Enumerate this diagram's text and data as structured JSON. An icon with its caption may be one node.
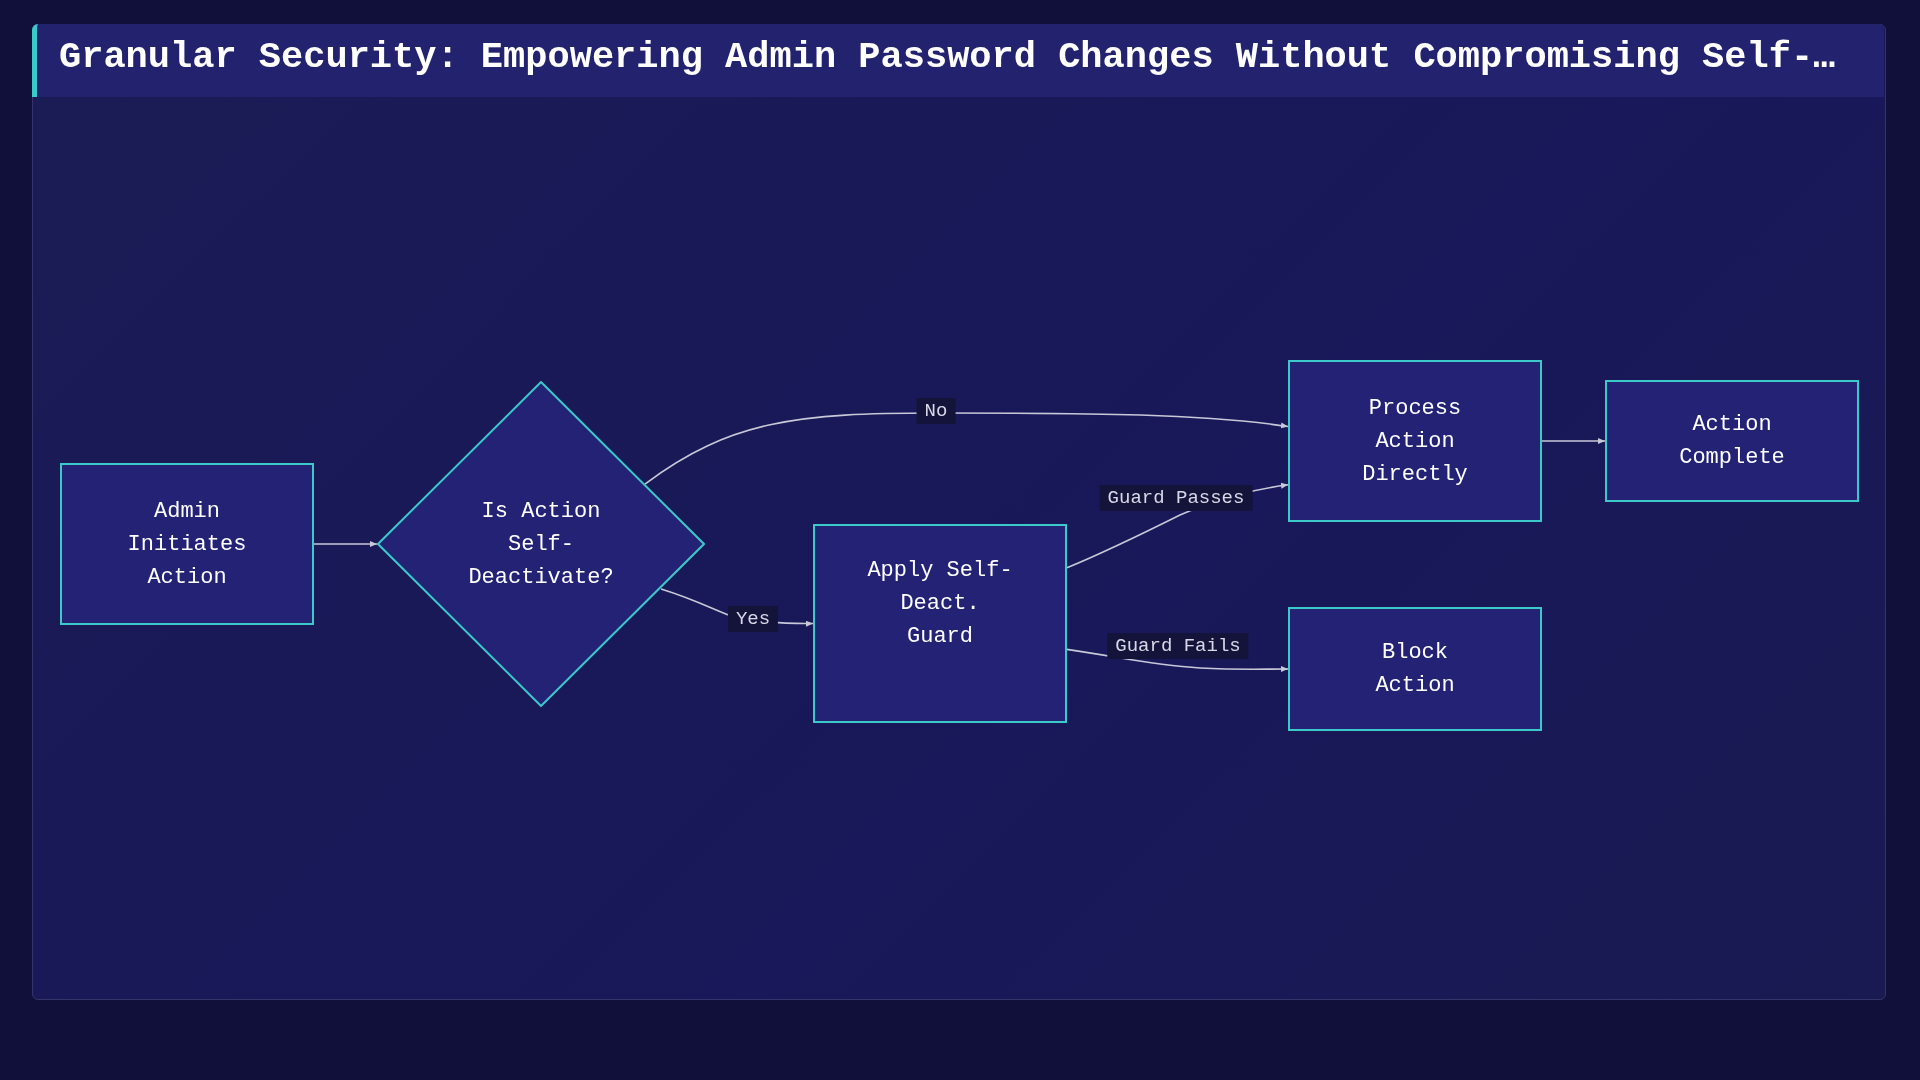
{
  "diagram": {
    "title": "Granular Security: Empowering Admin Password Changes Without Compromising Self-…",
    "nodes": [
      {
        "text": [
          "Admin Initiates Action"
        ]
      },
      {
        "text": [
          "Is Action Self-Deactivate?"
        ]
      },
      {
        "text": [
          "Apply Self-Deact. Guard"
        ]
      },
      {
        "text": [
          "Process Action Directly"
        ]
      },
      {
        "text": [
          "Action Complete"
        ]
      },
      {
        "text": [
          "Block Action"
        ]
      }
    ],
    "edges": [
      {
        "from": 0,
        "to": 1,
        "arrow": "to"
      },
      {
        "from": 1,
        "to": 3,
        "arrow": "to",
        "label": "No"
      },
      {
        "from": 1,
        "to": 2,
        "arrow": "to",
        "label": "Yes"
      },
      {
        "from": 2,
        "to": 3,
        "arrow": "to",
        "label": "Guard Passes"
      },
      {
        "from": 2,
        "to": 5,
        "arrow": "to",
        "label": "Guard Fails"
      },
      {
        "from": 3,
        "to": 4,
        "arrow": "to"
      }
    ]
  }
}
